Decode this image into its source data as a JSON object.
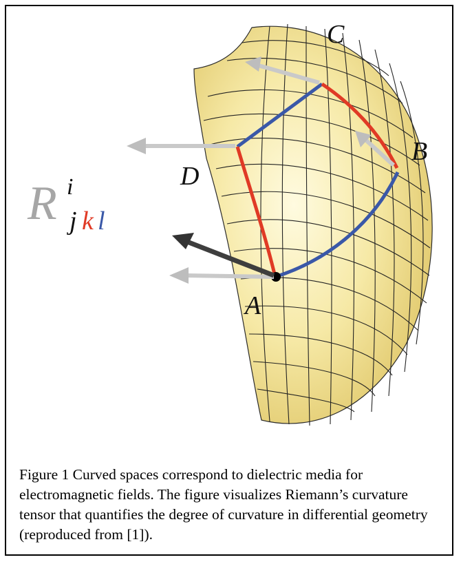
{
  "figure": {
    "point_labels": {
      "a": "A",
      "b": "B",
      "c": "C",
      "d": "D"
    },
    "tensor": {
      "base": "R",
      "superscript": "i",
      "sub_j": "j",
      "sub_k": "k",
      "sub_l": "l"
    },
    "colors": {
      "surface_light": "#fbf3c0",
      "surface_dark": "#bfa24a",
      "path_red": "#e03a25",
      "path_blue": "#3a58a8",
      "arrow_gray": "#c9c9c9",
      "arrow_dark": "#404040",
      "tensor_gray": "#a6a6a6"
    }
  },
  "caption": "Figure 1 Curved spaces correspond to dielectric media for electromagnetic fields. The figure visualizes Riemann’s curvature tensor that quantifies the degree of curvature in differential geometry (reproduced from [1])."
}
